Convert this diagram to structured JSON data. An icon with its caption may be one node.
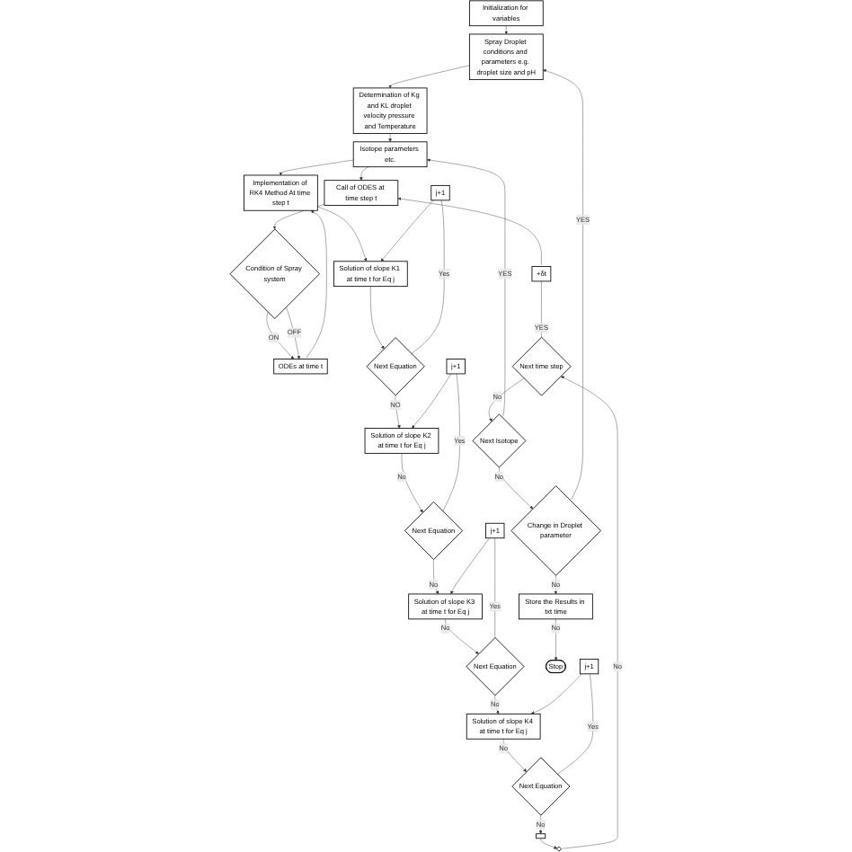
{
  "diagram": {
    "nodes": [
      {
        "text": [
          "Initialization for variables"
        ]
      },
      {
        "text": [
          "Spray Droplet conditions and parameters e.g. droplet size and pH"
        ]
      },
      {
        "text": [
          "Determination of Kg and KL droplet velocity pressure and Temperature"
        ]
      },
      {
        "text": [
          "Isotope parameters etc."
        ]
      },
      {
        "text": [
          "Call of ODES at time step t"
        ]
      },
      {
        "text": [
          "Implementation of RK4 Method At time step t"
        ]
      },
      {
        "text": [
          "Condition of Spray system"
        ]
      },
      {
        "text": [
          "ODEs at time t"
        ]
      },
      {
        "text": [
          "+δt"
        ]
      },
      {
        "text": [
          "Solution of slope K1 at time t for Eq j"
        ]
      },
      {
        "text": [
          "j+1"
        ]
      },
      {
        "text": [
          "Next Equation"
        ]
      },
      {
        "text": [
          "Next time step"
        ]
      },
      {
        "text": [
          "Solution of slope K2 at time t for Eq j"
        ]
      },
      {
        "text": [
          "j+1"
        ]
      },
      {
        "text": [
          "Next Equation"
        ]
      },
      {
        "text": [
          "Next Isotope"
        ]
      },
      {
        "text": [
          "Solution of slope K3 at time t for Eq j"
        ]
      },
      {
        "text": [
          "j+1"
        ]
      },
      {
        "text": [
          "Next Equation"
        ]
      },
      {
        "text": [
          "Change in Droplet parameter"
        ]
      },
      {
        "text": [
          "Store the Results in txt time"
        ]
      },
      {
        "text": [
          "Stop"
        ]
      },
      {
        "text": [
          "Solution of slope K4 at time t for Eq j"
        ]
      },
      {
        "text": [
          "j+1"
        ]
      },
      {
        "text": [
          "Next Equation"
        ]
      },
      {
        "text": [],
        "shape": "box"
      },
      {
        "text": [],
        "shape": "diamond"
      }
    ],
    "edges": [
      {
        "from": 0,
        "to": 1,
        "arrow": "to"
      },
      {
        "from": 1,
        "to": 2,
        "arrow": "to"
      },
      {
        "from": 2,
        "to": 3,
        "arrow": "to"
      },
      {
        "from": 3,
        "to": 4,
        "arrow": "to"
      },
      {
        "from": 3,
        "to": 5,
        "arrow": "to"
      },
      {
        "from": 4,
        "to": 6,
        "arrow": "to"
      },
      {
        "from": 6,
        "to": 7,
        "label": "ON",
        "arrow": "to"
      },
      {
        "from": 6,
        "to": 7,
        "label": "OFF",
        "arrow": "to"
      },
      {
        "from": 7,
        "to": 5,
        "arrow": "to"
      },
      {
        "from": 12,
        "to": 8,
        "label": "YES",
        "arrow": "none"
      },
      {
        "from": 8,
        "to": 4,
        "arrow": "to"
      },
      {
        "from": 5,
        "to": 9,
        "arrow": "to"
      },
      {
        "from": 9,
        "to": 11,
        "arrow": "to"
      },
      {
        "from": 11,
        "to": 10,
        "label": "Yes",
        "arrow": "none"
      },
      {
        "from": 10,
        "to": 9,
        "arrow": "to"
      },
      {
        "from": 11,
        "to": 13,
        "label": "NO",
        "arrow": "to"
      },
      {
        "from": 13,
        "to": 15,
        "label": "No",
        "arrow": "to"
      },
      {
        "from": 15,
        "to": 14,
        "label": "Yes",
        "arrow": "none"
      },
      {
        "from": 14,
        "to": 13,
        "arrow": "to"
      },
      {
        "from": 15,
        "to": 17,
        "label": "No",
        "arrow": "to"
      },
      {
        "from": 17,
        "to": 19,
        "label": "No",
        "arrow": "to"
      },
      {
        "from": 19,
        "to": 18,
        "label": "Yes",
        "arrow": "none"
      },
      {
        "from": 18,
        "to": 17,
        "arrow": "to"
      },
      {
        "from": 19,
        "to": 23,
        "label": "No",
        "arrow": "to"
      },
      {
        "from": 23,
        "to": 25,
        "label": "No",
        "arrow": "to"
      },
      {
        "from": 25,
        "to": 24,
        "label": "Yes",
        "arrow": "none"
      },
      {
        "from": 24,
        "to": 23,
        "arrow": "to"
      },
      {
        "from": 25,
        "to": 26,
        "label": "No",
        "arrow": "to"
      },
      {
        "from": 26,
        "to": 27,
        "arrow": "to"
      },
      {
        "from": 27,
        "to": 12,
        "label": "No",
        "arrow": "to"
      },
      {
        "from": 12,
        "to": 16,
        "label": "No",
        "arrow": "to"
      },
      {
        "from": 16,
        "to": 3,
        "label": "YES",
        "arrow": "to"
      },
      {
        "from": 16,
        "to": 20,
        "label": "No",
        "arrow": "to"
      },
      {
        "from": 20,
        "to": 1,
        "label": "YES",
        "arrow": "to"
      },
      {
        "from": 20,
        "to": 21,
        "label": "No",
        "arrow": "to"
      },
      {
        "from": 21,
        "to": 22,
        "label": "No",
        "arrow": "to"
      }
    ]
  }
}
